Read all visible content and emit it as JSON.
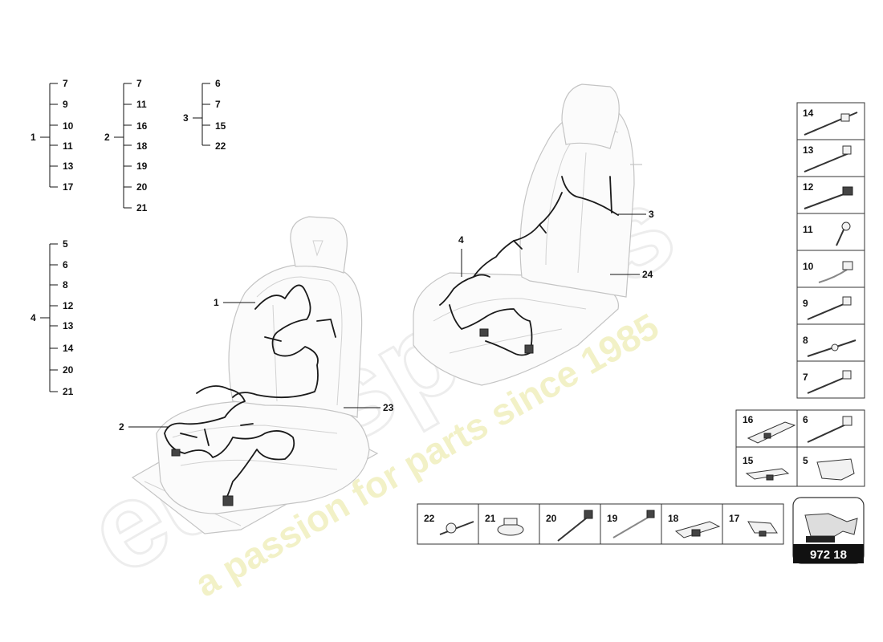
{
  "trees": [
    {
      "parent": "1",
      "children": [
        "7",
        "9",
        "10",
        "11",
        "13",
        "17"
      ]
    },
    {
      "parent": "2",
      "children": [
        "7",
        "11",
        "16",
        "18",
        "19",
        "20",
        "21"
      ]
    },
    {
      "parent": "3",
      "children": [
        "6",
        "7",
        "15",
        "22"
      ]
    },
    {
      "parent": "4",
      "children": [
        "5",
        "6",
        "8",
        "12",
        "13",
        "14",
        "20",
        "21"
      ]
    }
  ],
  "callouts": {
    "c1": "1",
    "c2": "2",
    "c3": "3",
    "c4": "4",
    "c23": "23",
    "c24": "24"
  },
  "right_parts": [
    "14",
    "13",
    "12",
    "11",
    "10",
    "9",
    "8",
    "7",
    "6",
    "5"
  ],
  "left_col_parts": [
    "16",
    "15"
  ],
  "bottom_parts": [
    "22",
    "21",
    "20",
    "19",
    "18",
    "17"
  ],
  "page_label": "972 18",
  "watermark": {
    "brand": "eurospares",
    "tagline": "a passion for parts since 1985"
  }
}
